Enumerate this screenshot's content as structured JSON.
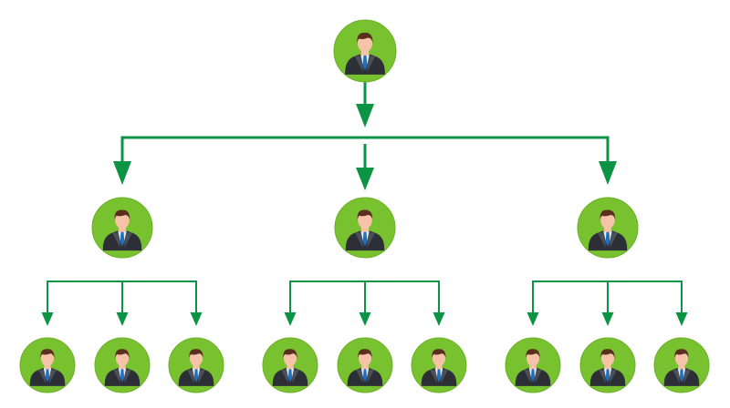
{
  "diagram": {
    "type": "org-chart",
    "title": "",
    "colors": {
      "node_fill": "#78c12f",
      "node_ring": "#6cb028",
      "connector": "#0b9444",
      "suit": "#2c2f36",
      "suit_light": "#4a4f59",
      "shirt": "#e9eef3",
      "tie": "#1f6fc1",
      "skin": "#f6c3a8",
      "hair": "#5a2f1f"
    },
    "root": {
      "id": "root",
      "icon": "businessman-icon",
      "children": [
        {
          "id": "manager-1",
          "icon": "businessman-icon",
          "children": [
            {
              "id": "employee-1-1",
              "icon": "businessman-icon"
            },
            {
              "id": "employee-1-2",
              "icon": "businessman-icon"
            },
            {
              "id": "employee-1-3",
              "icon": "businessman-icon"
            }
          ]
        },
        {
          "id": "manager-2",
          "icon": "businessman-icon",
          "children": [
            {
              "id": "employee-2-1",
              "icon": "businessman-icon"
            },
            {
              "id": "employee-2-2",
              "icon": "businessman-icon"
            },
            {
              "id": "employee-2-3",
              "icon": "businessman-icon"
            }
          ]
        },
        {
          "id": "manager-3",
          "icon": "businessman-icon",
          "children": [
            {
              "id": "employee-3-1",
              "icon": "businessman-icon"
            },
            {
              "id": "employee-3-2",
              "icon": "businessman-icon"
            },
            {
              "id": "employee-3-3",
              "icon": "businessman-icon"
            }
          ]
        }
      ]
    }
  }
}
